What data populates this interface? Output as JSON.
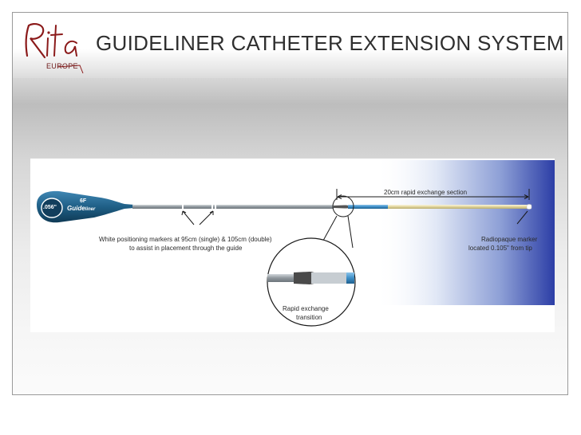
{
  "logo": {
    "brand": "Rita",
    "sub": "EUROPE"
  },
  "title": "GUIDELINER CATHETER EXTENSION SYSTEM",
  "diagram": {
    "hub_size": ".056\"",
    "hub_french": "6F",
    "hub_brand_1": "Guide",
    "hub_brand_2": "liner",
    "section_label": "20cm rapid exchange section",
    "markers_label_1": "White positioning markers at 95cm (single) & 105cm (double)",
    "markers_label_2": "to assist in placement through the guide",
    "radiopaque_label_1": "Radiopaque marker",
    "radiopaque_label_2": "located 0.105\" from tip",
    "transition_label_1": "Rapid exchange",
    "transition_label_2": "transition"
  },
  "colors": {
    "hub": "#1f5f86",
    "shaft": "#9ea5ab",
    "blue_segment": "#3d8fc8",
    "tip_segment": "#e9e0b0",
    "accent_gradient": "#2c3ea6",
    "title": "#2f2f2f",
    "logo": "#8b1a1a"
  }
}
